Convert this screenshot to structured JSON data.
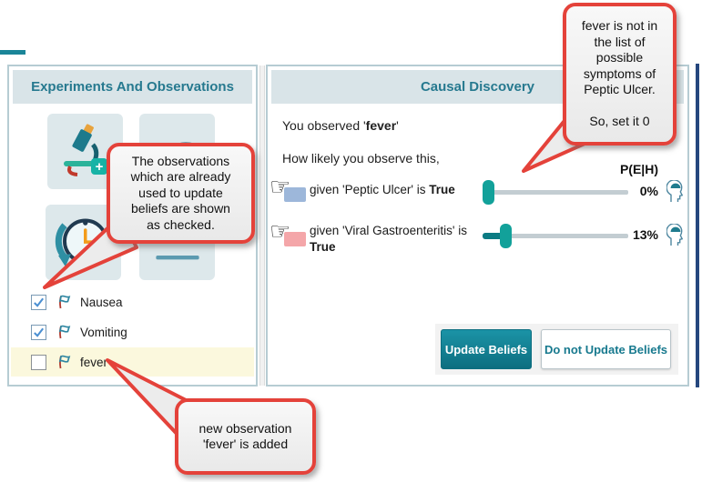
{
  "left_panel": {
    "title": "Experiments And Observations",
    "tool_icons": [
      "microscope-add-icon",
      "observe-eye-icon",
      "history-clock-icon",
      "magnet-detector-icon"
    ],
    "observations": [
      {
        "label": "Nausea",
        "checked": true,
        "highlighted": false
      },
      {
        "label": "Vomiting",
        "checked": true,
        "highlighted": false
      },
      {
        "label": "fever",
        "checked": false,
        "highlighted": true
      }
    ]
  },
  "right_panel": {
    "title": "Causal Discovery",
    "observed_prefix": "You observed '",
    "observed_symptom": "fever",
    "observed_suffix": "'",
    "question": "How likely you observe this,",
    "column_header": "P(E|H)",
    "rows": [
      {
        "label_prefix": "given 'Peptic Ulcer' is ",
        "label_bold": "True",
        "value": "0%",
        "percent": 0,
        "chip_color": "#9db7da"
      },
      {
        "label_prefix": "given 'Viral Gastroenteritis' is ",
        "label_bold": "True",
        "value": "13%",
        "percent": 13,
        "chip_color": "#f4a6a9"
      }
    ],
    "buttons": {
      "update": "Update Beliefs",
      "no_update": "Do not Update Beliefs"
    }
  },
  "callouts": {
    "top": "fever is not in\nthe list of\npossible\nsymptoms of\nPeptic Ulcer.\n\nSo, set it 0",
    "middle": "The observations\nwhich are already\nused to update\nbeliefs are shown\nas checked.",
    "bottom": "new observation\n'fever' is added"
  },
  "colors": {
    "accent_teal": "#26798f",
    "header_bg": "#d9e4e8",
    "panel_border": "#b6ccd3",
    "highlight_row": "#fbf8dd",
    "callout_red": "#e4423a",
    "slider_thumb": "#12a19a",
    "button_teal": "#0d6e80",
    "navy_edge": "#26477e"
  }
}
